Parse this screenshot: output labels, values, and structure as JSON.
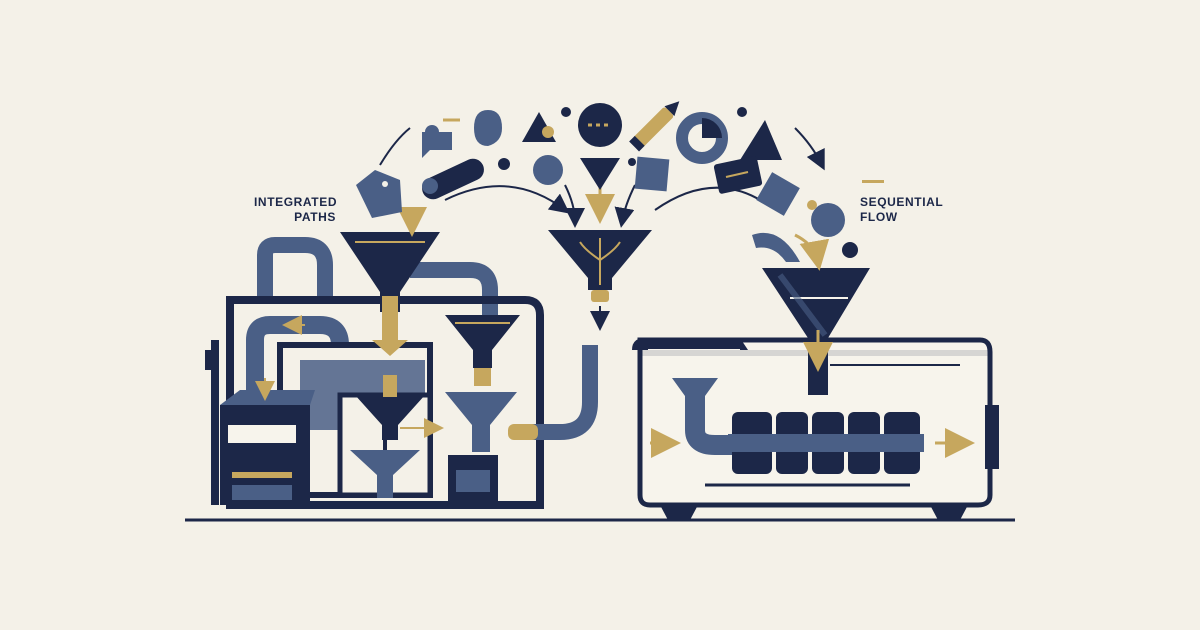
{
  "labels": {
    "left": [
      "INTEGRATED",
      "PATHS"
    ],
    "right": [
      "SEQUENTIAL",
      "FLOW"
    ]
  },
  "colors": {
    "background": "#f4f1e8",
    "navy": "#1c2748",
    "slate": "#4a5f86",
    "gold": "#c6a75e",
    "cream": "#f7f4ec",
    "text": "#1c2748"
  },
  "icons": [
    "funnel-icon",
    "triangle-icon",
    "circle-icon",
    "pencil-icon",
    "tag-icon",
    "capsule-icon",
    "ring-icon",
    "arrow-icon"
  ]
}
